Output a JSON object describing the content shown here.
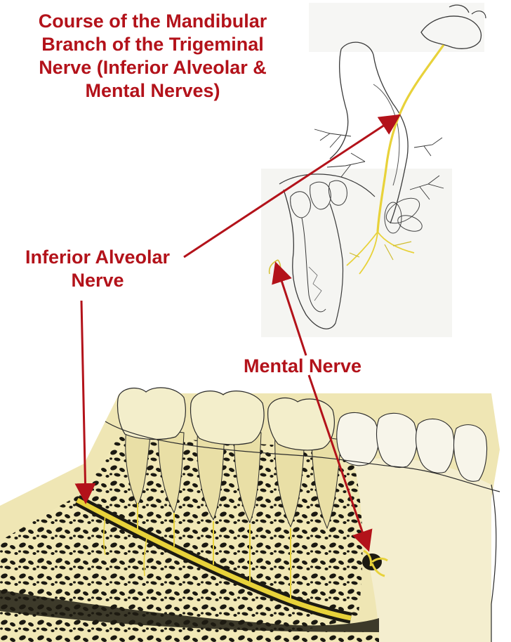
{
  "title_lines": [
    "Course of the Mandibular",
    "Branch of the Trigeminal",
    "Nerve (Inferior Alveolar &",
    "Mental Nerves)"
  ],
  "labels": {
    "inferior_alveolar_lines": [
      "Inferior Alveolar",
      "Nerve"
    ],
    "mental": "Mental Nerve"
  },
  "colors": {
    "label_red": "#b3121a",
    "nerve_yellow": "#e8d23a",
    "bone_cream": "#efe6b4",
    "tooth_ivory": "#f3eecb",
    "canal_dark": "#1c1a12"
  }
}
